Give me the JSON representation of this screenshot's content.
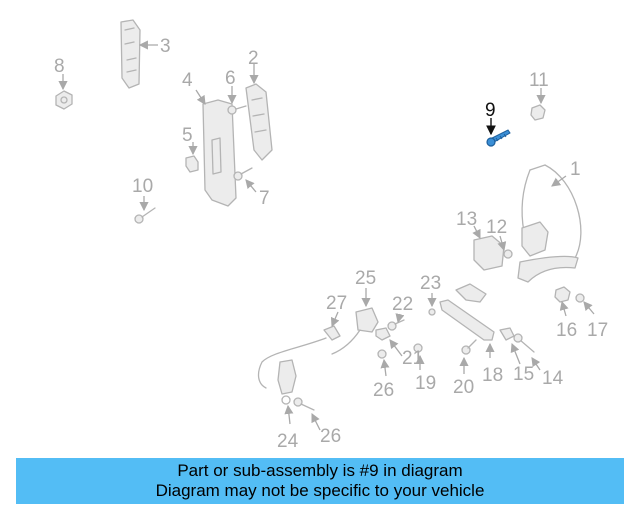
{
  "diagram": {
    "highlighted_part": "9",
    "highlight_color": "#3b8fd6",
    "callouts": [
      "1",
      "2",
      "3",
      "4",
      "5",
      "6",
      "7",
      "8",
      "9",
      "10",
      "11",
      "12",
      "13",
      "14",
      "15",
      "16",
      "17",
      "18",
      "19",
      "20",
      "21",
      "22",
      "23",
      "24",
      "25",
      "26",
      "26",
      "27"
    ]
  },
  "banner": {
    "line1": "Part or sub-assembly is #9 in diagram",
    "line2": "Diagram may not be specific to your vehicle",
    "background": "#53bdf5"
  }
}
